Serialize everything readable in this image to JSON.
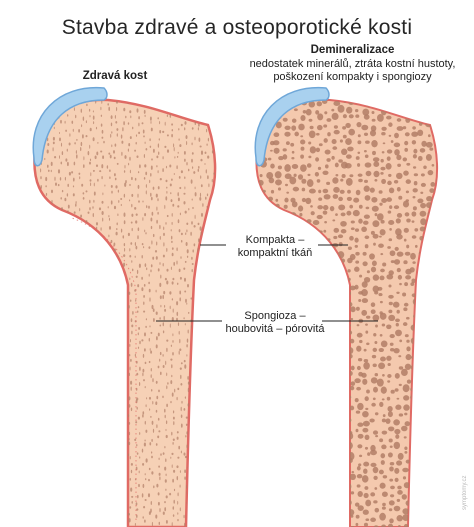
{
  "title": "Stavba zdravé a osteoporotické kosti",
  "healthy_label": "Zdravá kost",
  "osteo": {
    "heading": "Demineralizace",
    "sub1": "nedostatek minerálů, ztráta kostní hustoty,",
    "sub2": "poškození kompakty i spongiozy"
  },
  "callouts": {
    "compacta_line1": "Kompakta –",
    "compacta_line2": "kompaktní tkáň",
    "spongiosa_line1": "Spongioza –",
    "spongiosa_line2": "houbovitá – pórovitá"
  },
  "watermark": "symptomy.cz",
  "colors": {
    "bone_fill": "#f6d1b6",
    "cortex": "#e06a64",
    "cartilage": "#a9d1ef",
    "cartilage_edge": "#6fa7d8",
    "pore": "#b17e66",
    "callout_line": "#222222"
  }
}
